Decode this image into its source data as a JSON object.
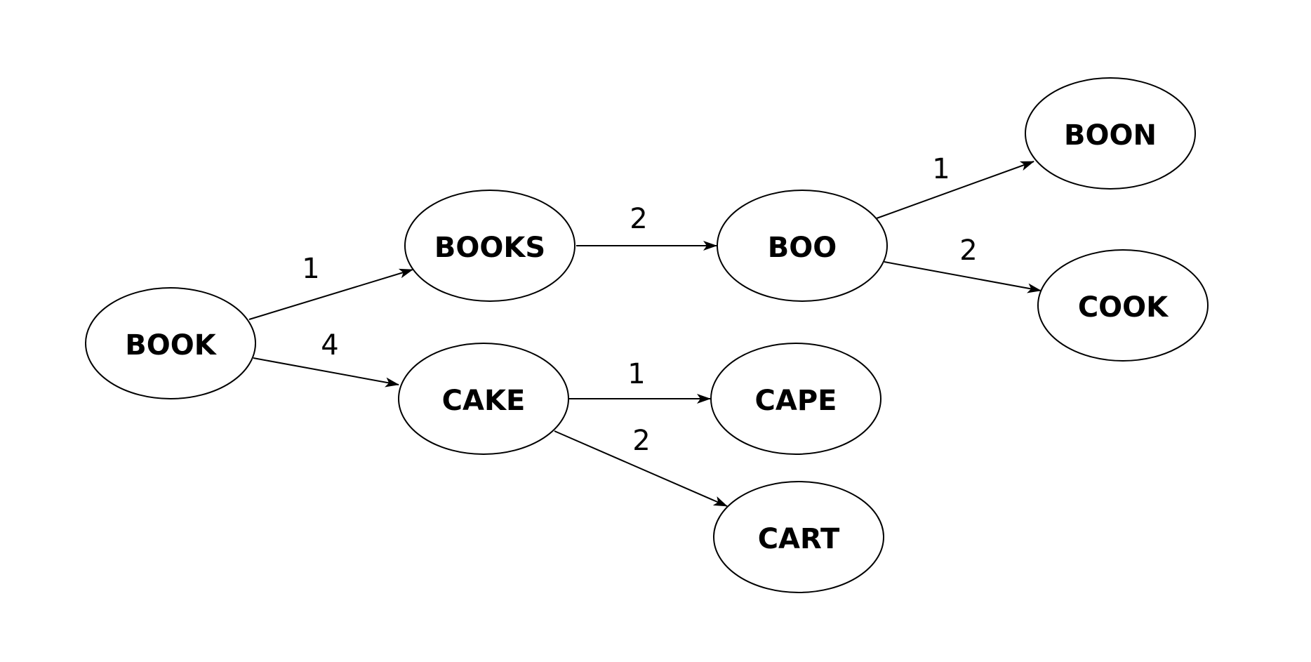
{
  "colors": {
    "background": "#ffffff",
    "stroke": "#000000",
    "text": "#000000"
  },
  "nodes": {
    "book": "BOOK",
    "books": "BOOKS",
    "boo": "BOO",
    "boon": "BOON",
    "cook": "COOK",
    "cake": "CAKE",
    "cape": "CAPE",
    "cart": "CART"
  },
  "edges": {
    "book_books": "1",
    "book_cake": "4",
    "books_boo": "2",
    "boo_boon": "1",
    "boo_cook": "2",
    "cake_cape": "1",
    "cake_cart": "2"
  }
}
